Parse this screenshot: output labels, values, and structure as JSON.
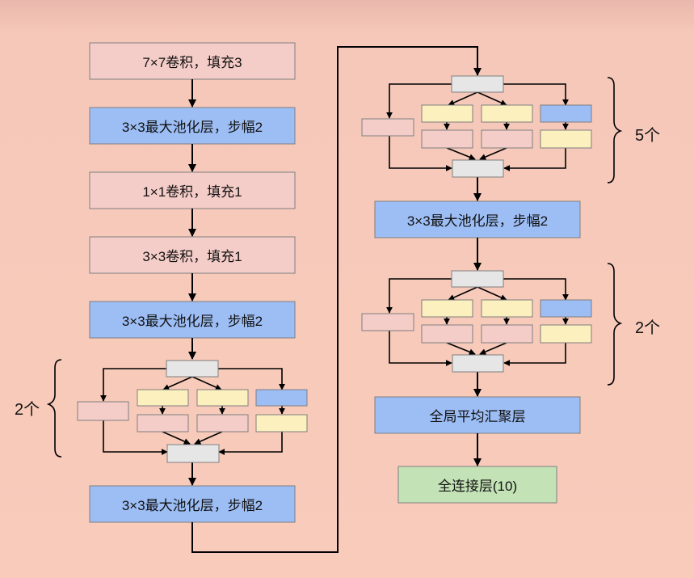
{
  "left_column": {
    "conv7": "7×7卷积，填充3",
    "pool1": "3×3最大池化层，步幅2",
    "conv1": "1×1卷积，填充1",
    "conv3": "3×3卷积，填充1",
    "pool2": "3×3最大池化层，步幅2",
    "pool3": "3×3最大池化层，步幅2"
  },
  "right_column": {
    "pool4": "3×3最大池化层，步幅2",
    "gap": "全局平均汇聚层",
    "fc": "全连接层(10)"
  },
  "repeat_labels": {
    "inception_group_1": "2个",
    "inception_group_2": "5个",
    "inception_group_3": "2个"
  },
  "colors": {
    "conv": "#f5cdc8",
    "pool": "#9dbef5",
    "fc": "#c3e2b6",
    "inception_in_out": "#e6e6e6",
    "inception_yellow": "#fbf0be",
    "inception_pink": "#f5cdc8",
    "inception_blue": "#9dbef5",
    "stroke": "#000000",
    "box_stroke": "#7f7f7f"
  }
}
